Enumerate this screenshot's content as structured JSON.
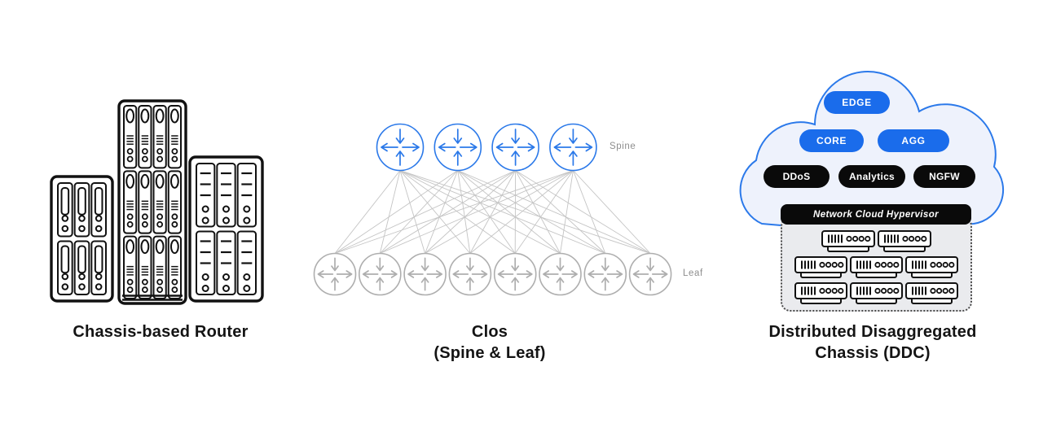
{
  "titles": {
    "chassis": "Chassis-based Router",
    "clos_line1": "Clos",
    "clos_line2": "(Spine & Leaf)",
    "ddc_line1": "Distributed Disaggregated",
    "ddc_line2": "Chassis (DDC)"
  },
  "clos": {
    "spine_label": "Spine",
    "leaf_label": "Leaf",
    "spine_count": 4,
    "leaf_count": 8,
    "topology": "full-mesh",
    "colors": {
      "spine": "#2b79e9",
      "leaf": "#aeaeae",
      "link": "#c4c4c4",
      "label": "#8e8e8e"
    }
  },
  "ddc": {
    "pills": [
      {
        "label": "EDGE",
        "color": "blue"
      },
      {
        "label": "CORE",
        "color": "blue"
      },
      {
        "label": "AGG",
        "color": "blue"
      },
      {
        "label": "DDoS",
        "color": "black"
      },
      {
        "label": "Analytics",
        "color": "black"
      },
      {
        "label": "NGFW",
        "color": "black"
      }
    ],
    "hypervisor_label": "Network Cloud Hypervisor",
    "server_rows": [
      2,
      3,
      3
    ],
    "colors": {
      "pill_blue": "#1a6ceb",
      "pill_black": "#0a0a0a",
      "cloud_fill": "#eef2fc",
      "cloud_stroke": "#2b79ea",
      "server_stroke": "#111111",
      "tray_fill": "#eaebee"
    }
  },
  "chassis": {
    "groups": [
      {
        "name": "left-chassis",
        "rows": 2,
        "cols": 3,
        "card_style": "slot"
      },
      {
        "name": "middle-chassis",
        "rows": 3,
        "cols": 4,
        "card_style": "module"
      },
      {
        "name": "right-chassis",
        "rows": 2,
        "cols": 3,
        "card_style": "dash"
      }
    ],
    "stroke": "#111111"
  }
}
